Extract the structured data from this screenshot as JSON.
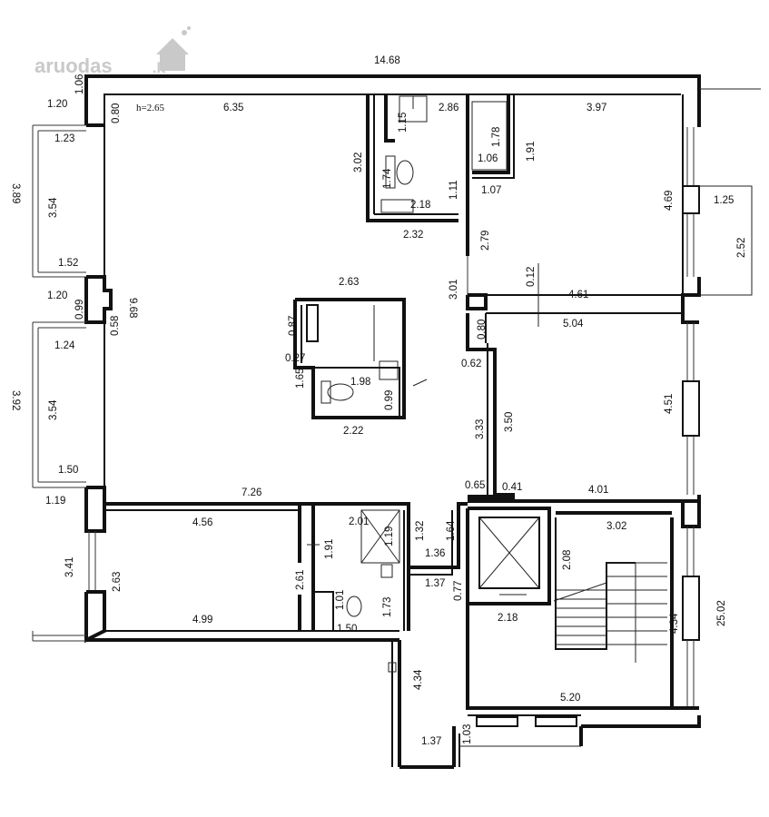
{
  "watermark": {
    "text": "aruodas",
    "suffix": ".lt"
  },
  "ceiling_height": "h=2.65",
  "dimensions": {
    "overall_top": "14.68",
    "top_left_106": "1.06",
    "left_120a": "1.20",
    "left_080": "0.80",
    "room_top_635": "6.35",
    "left_123": "1.23",
    "left_389": "3.89",
    "left_354a": "3.54",
    "left_152": "1.52",
    "left_120b": "1.20",
    "left_099": "0.99",
    "left_968": "9.68",
    "left_124": "1.24",
    "left_058": "0.58",
    "left_392": "3.92",
    "left_354b": "3.54",
    "left_150": "1.50",
    "left_119": "1.19",
    "bath_115": "1.15",
    "bath_286": "2.86",
    "bath_178": "1.78",
    "bath_191": "1.91",
    "bath_106": "1.06",
    "bath_302": "3.02",
    "bath_174": "1.74",
    "bath_218": "2.18",
    "bath_111": "1.11",
    "bath_107": "1.07",
    "bath_232": "2.32",
    "bath_279": "2.79",
    "room_397": "3.97",
    "room_469": "4.69",
    "balcony_125": "1.25",
    "balcony_252": "2.52",
    "room_012": "0.12",
    "room_461": "4.61",
    "room_301": "3.01",
    "wc_263": "2.63",
    "wc_087": "0.87",
    "wc_027": "0.27",
    "wc_198": "1.98",
    "wc_165": "1.65",
    "wc_099": "0.99",
    "wc_222": "2.22",
    "room_080": "0.80",
    "room_504": "5.04",
    "room_062": "0.62",
    "room_333": "3.33",
    "room_350": "3.50",
    "room_451": "4.51",
    "room_065": "0.65",
    "room_041": "0.41",
    "room_401": "4.01",
    "bedroom_726": "7.26",
    "bedroom_456": "4.56",
    "bedroom_341": "3.41",
    "bedroom_263": "2.63",
    "bedroom_499": "4.99",
    "closet_261": "2.61",
    "closet_191": "1.91",
    "bath2_201": "2.01",
    "bath2_119": "1.19",
    "bath2_132": "1.32",
    "bath2_101": "1.01",
    "bath2_173": "1.73",
    "bath2_150": "1.50",
    "hall_136": "1.36",
    "hall_164": "1.64",
    "hall_137a": "1.37",
    "hall_077": "0.77",
    "lift_218": "2.18",
    "stair_302": "3.02",
    "stair_208": "2.08",
    "stair_434": "4.34",
    "right_2502": "25.02",
    "corridor_434": "4.34",
    "corridor_520": "5.20",
    "corridor_137": "1.37",
    "corridor_103": "1.03"
  }
}
